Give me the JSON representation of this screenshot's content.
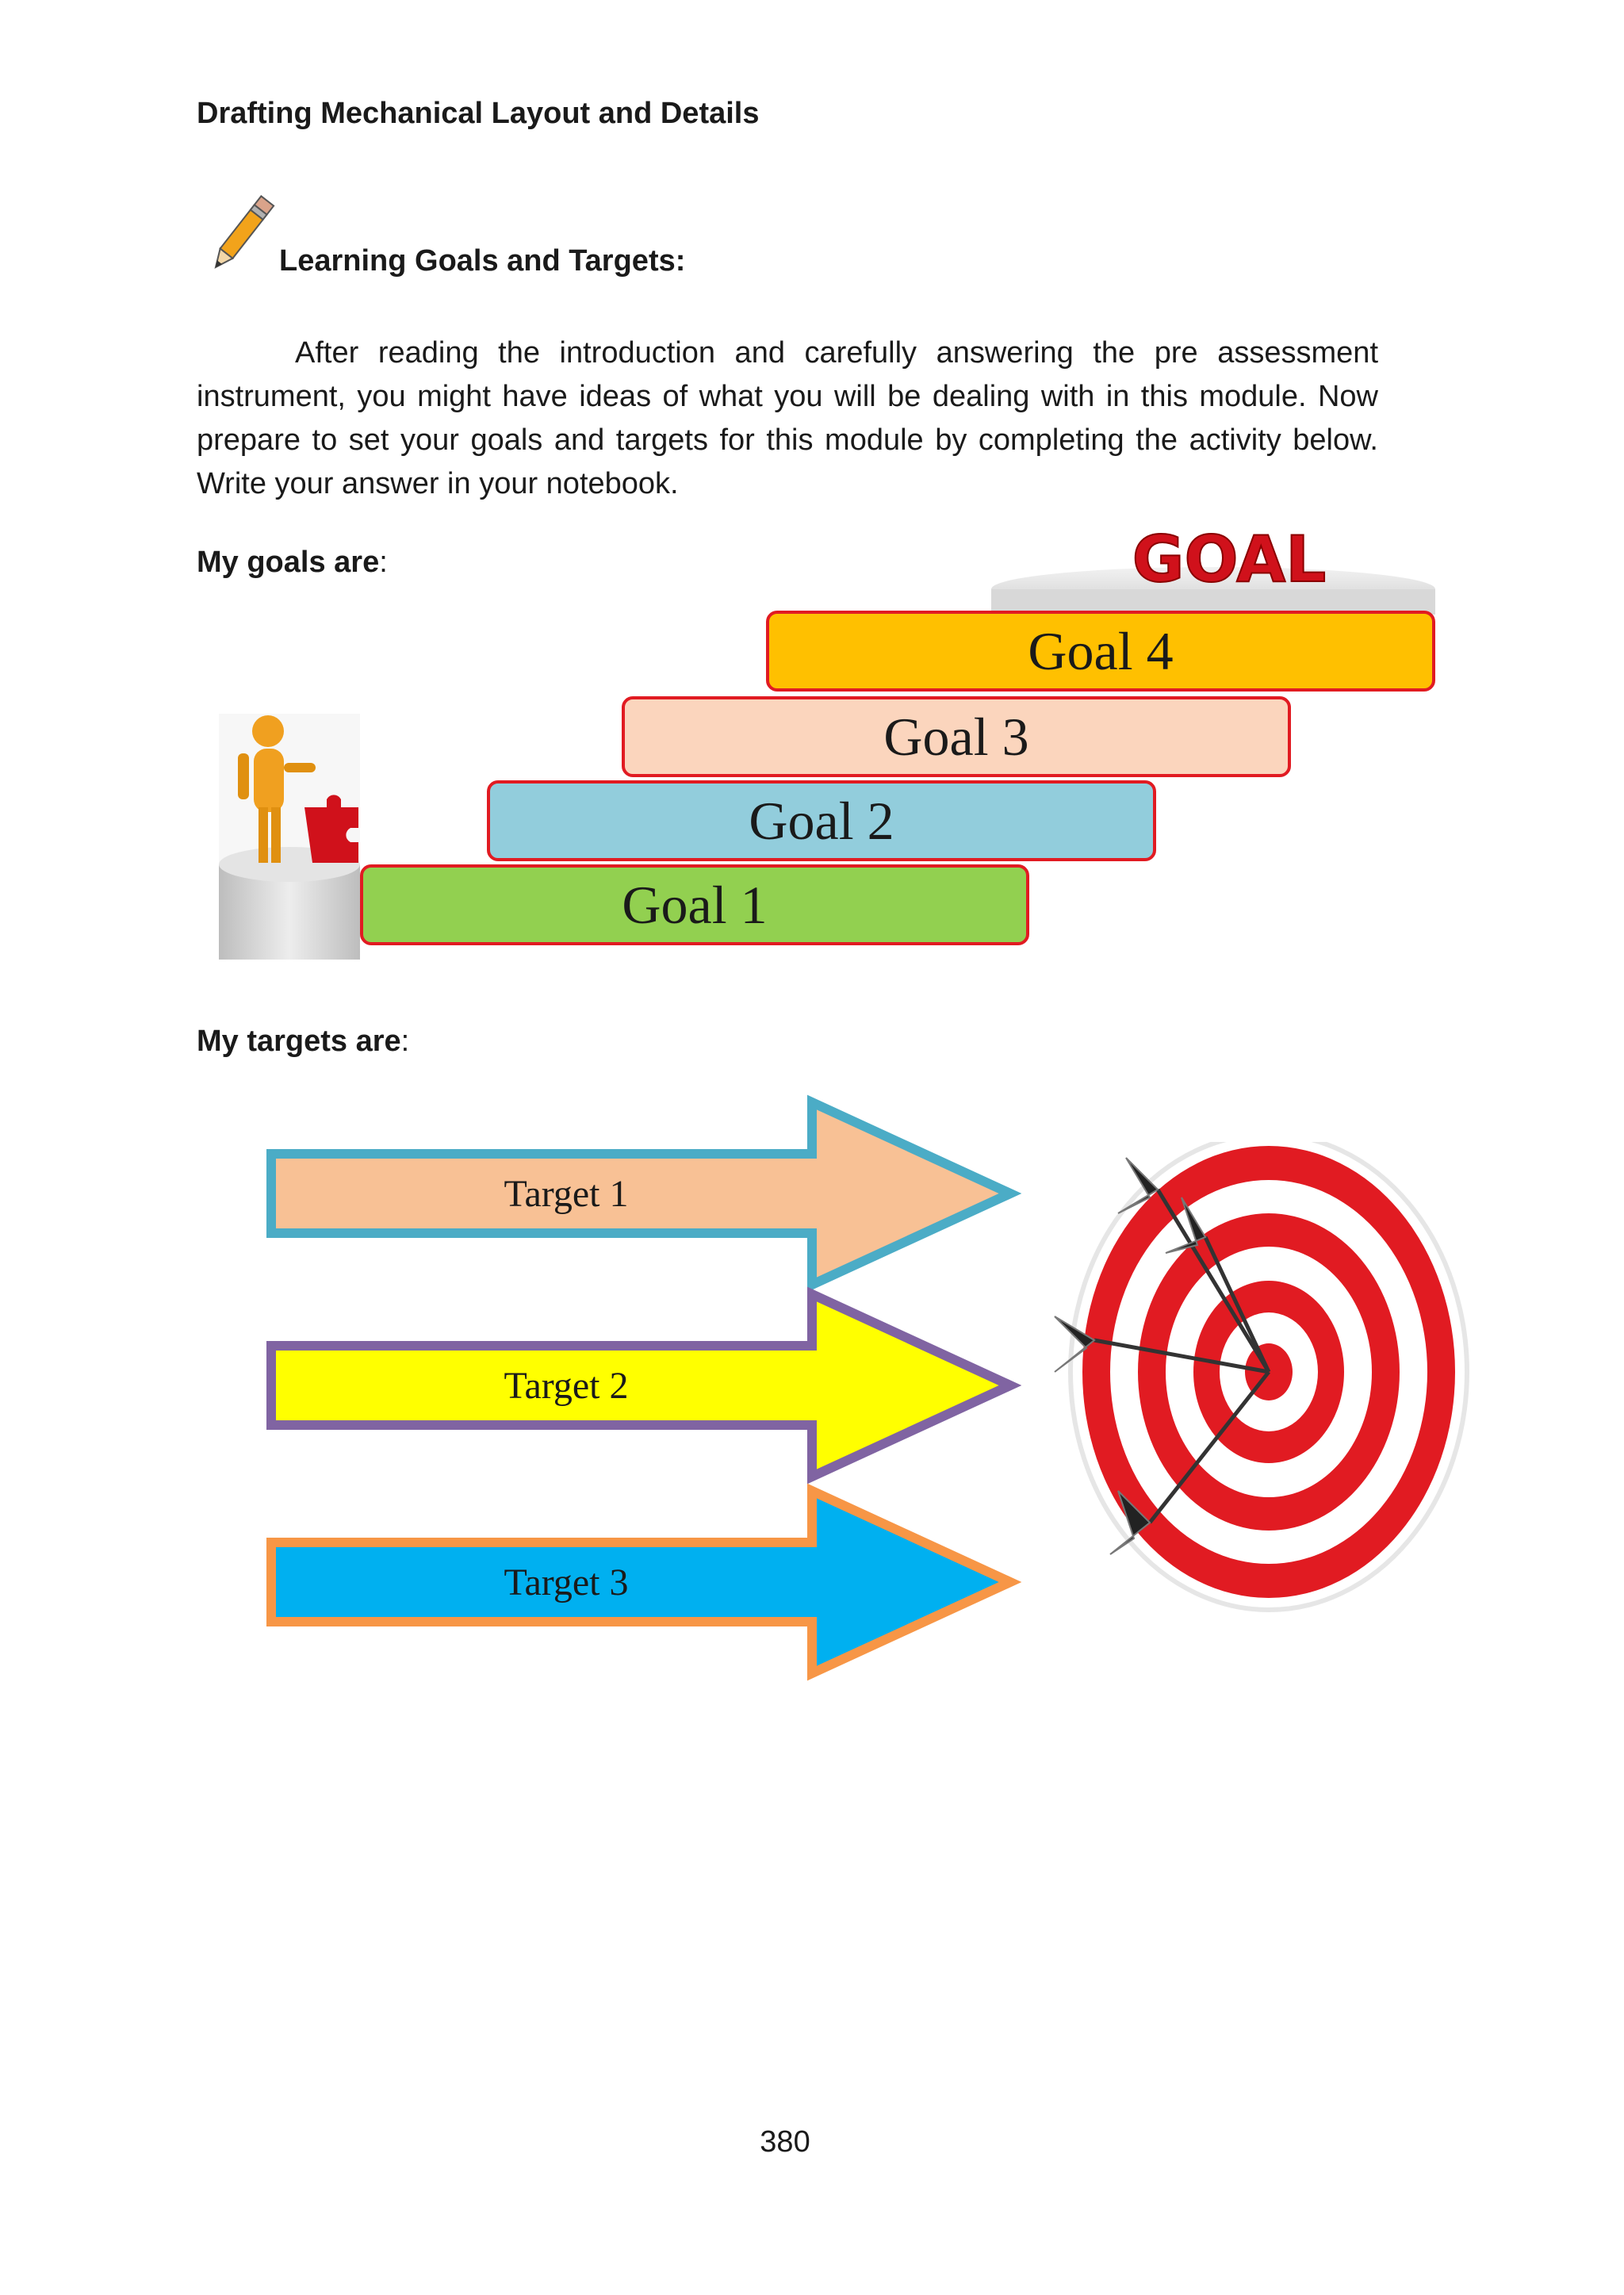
{
  "header": {
    "title": "Drafting Mechanical Layout and Details"
  },
  "section": {
    "title": "Learning Goals and Targets:"
  },
  "intro": {
    "text": "After reading the introduction and carefully answering the pre assessment instrument, you might have ideas of what you will be dealing with in this module. Now prepare to set your goals and targets for this module by completing the activity below. Write your answer in your notebook."
  },
  "goals": {
    "label": "My goals are",
    "colon": ":",
    "banner": "GOAL",
    "items": [
      "Goal 1",
      "Goal 2",
      "Goal 3",
      "Goal 4"
    ],
    "colors": {
      "goal1": "#92d050",
      "goal2": "#92cddc",
      "goal3": "#fbd5bd",
      "goal4": "#ffc000",
      "border": "#e11b22"
    }
  },
  "targets": {
    "label": "My targets are",
    "colon": ":",
    "items": [
      "Target 1",
      "Target 2",
      "Target 3"
    ],
    "colors": {
      "target1": {
        "fill": "#f8c195",
        "border": "#4bacc6"
      },
      "target2": {
        "fill": "#ffff00",
        "border": "#8064a2"
      },
      "target3": {
        "fill": "#00b0f0",
        "border": "#f79646"
      }
    }
  },
  "icons": {
    "pencil": "pencil-icon",
    "climber": "climber-figure",
    "dartboard": "dartboard-icon"
  },
  "footer": {
    "page_number": "380"
  }
}
